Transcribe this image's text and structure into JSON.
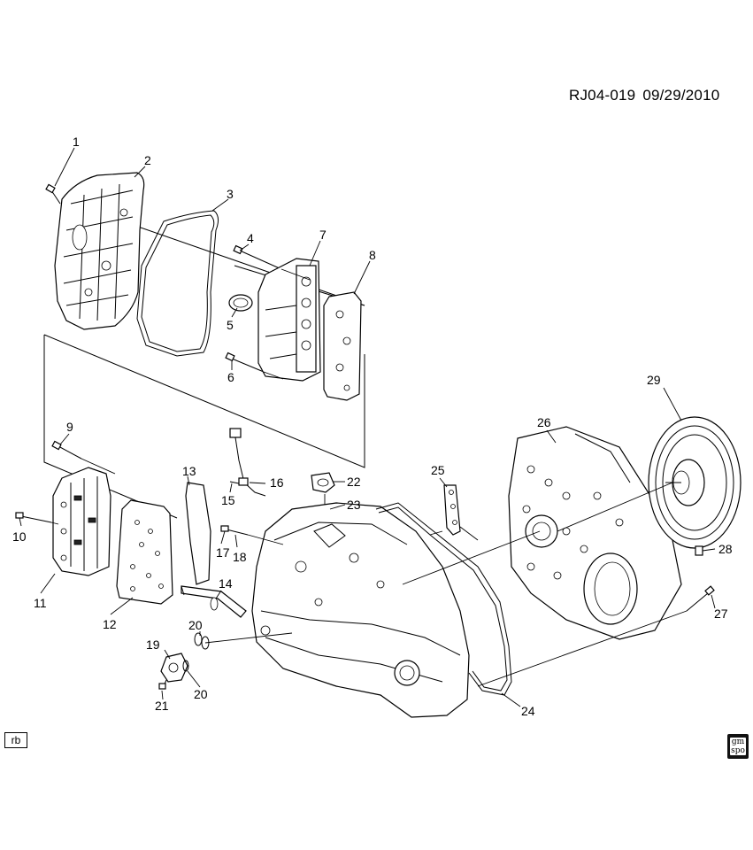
{
  "header": {
    "diagram_code": "RJ04-019",
    "diagram_date": "09/29/2010"
  },
  "footer": {
    "rb_label": "rb",
    "logo_line1": "gm",
    "logo_line2": "spo"
  },
  "callouts": [
    "1",
    "2",
    "3",
    "4",
    "5",
    "6",
    "7",
    "8",
    "9",
    "10",
    "11",
    "12",
    "13",
    "14",
    "15",
    "16",
    "17",
    "18",
    "19",
    "20",
    "20",
    "21",
    "22",
    "23",
    "24",
    "25",
    "26",
    "27",
    "28",
    "29"
  ]
}
